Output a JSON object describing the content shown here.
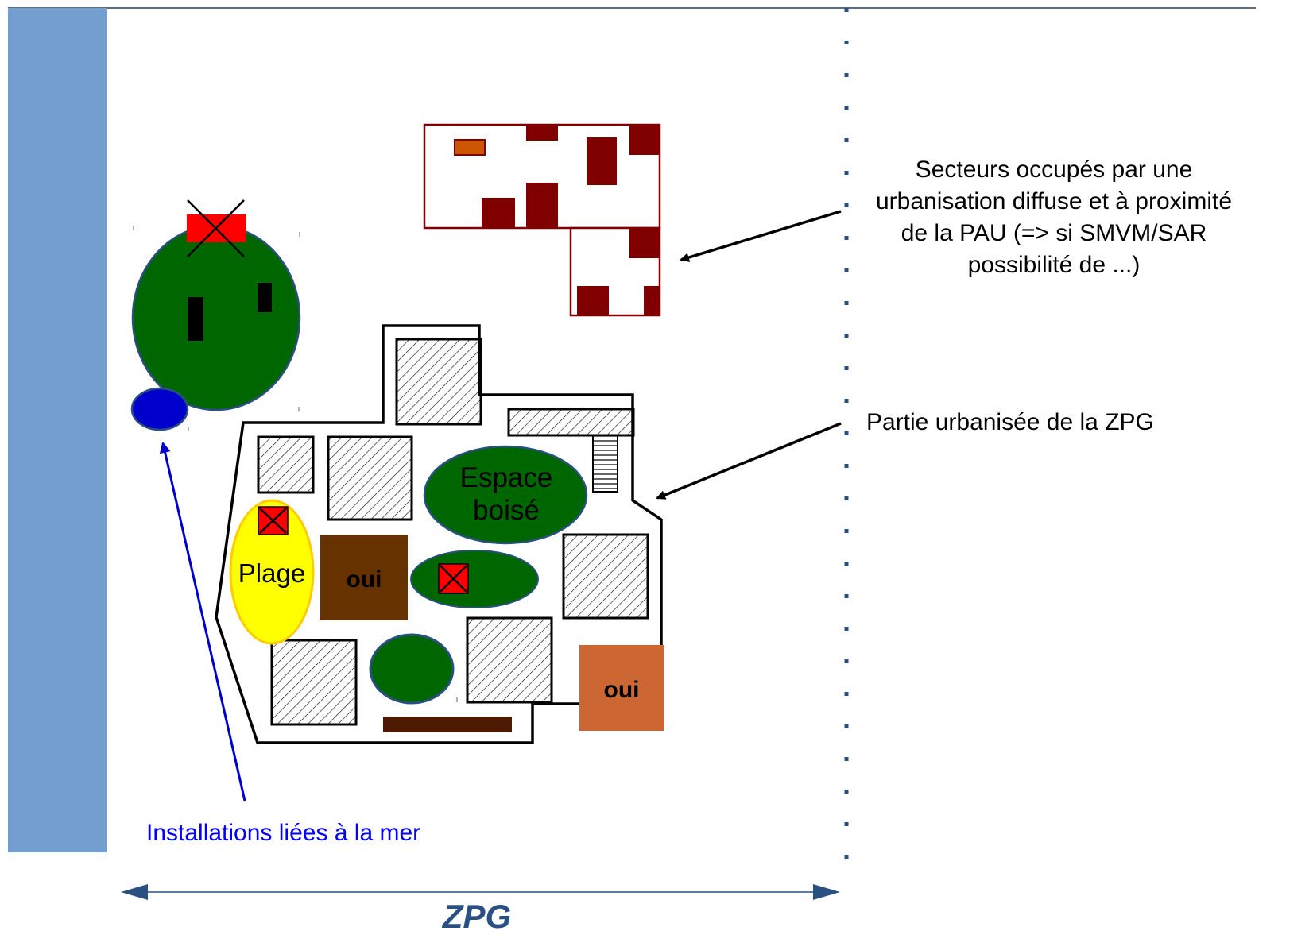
{
  "labels": {
    "espace_line1": "Espace",
    "espace_line2": "boisé",
    "plage": "Plage",
    "oui_1": "oui",
    "oui_2": "oui",
    "installations": "Installations liées à la mer",
    "zpg": "ZPG",
    "partie_urbanisee": "Partie urbanisée de la ZPG",
    "secteurs_line1": "Secteurs occupés par une",
    "secteurs_line2": "urbanisation diffuse et à proximité",
    "secteurs_line3": "de la PAU (=> si SMVM/SAR",
    "secteurs_line4": "possibilité de ...)"
  },
  "colors": {
    "sea": "#729fcf",
    "forest_green": "#006600",
    "forest_border": "#2a5082",
    "plage_yellow": "#ffff00",
    "plage_border": "#ffcc00",
    "red_marker": "#ff0000",
    "brown_oui": "#663300",
    "orange_oui": "#cc6633",
    "dark_red_building": "#800000",
    "blue_pond": "#0000cc",
    "installations_text": "#0000ff",
    "zpg_text": "#2a5082",
    "arrow_blue": "#2a5082",
    "black": "#000000"
  }
}
